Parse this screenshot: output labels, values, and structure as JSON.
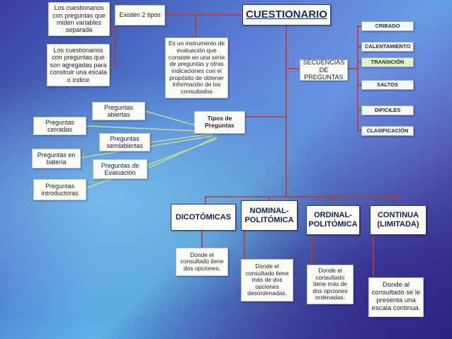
{
  "nodes": {
    "root": "CUESTIONARIO",
    "existen": "Existen 2 tipos",
    "tipo_separada": "Los cuestionarios con preguntas que miden variables separada",
    "tipo_indice": "Los cuestionarios con preguntas que son agregadas para construir una escala o índice",
    "definicion": "Es un instrumento de evaluación que consiste en una serie de preguntas y otras indicaciones con el propósito de obtener información de los consultados",
    "secuencias": "SECUENCIAS DE PREGUNTAS",
    "tipos_preguntas": "Tipos de Preguntas"
  },
  "secuencias_items": [
    {
      "label": "CRIBADO",
      "highlight": false
    },
    {
      "label": "CALENTAMIENTO",
      "highlight": false
    },
    {
      "label": "TRANSICIÒN",
      "highlight": true
    },
    {
      "label": "SALTOS",
      "highlight": false
    },
    {
      "label": "DIFICILES",
      "highlight": false
    },
    {
      "label": "CLASIFICACIÒN",
      "highlight": false
    }
  ],
  "preguntas": {
    "abiertas": "Preguntas abiertas",
    "cerradas": "Preguntas cerradas",
    "semiabiertas": "Preguntas semiabiertas",
    "bateria": "Preguntas en batería",
    "evaluacion": "Preguntas de Evaluación",
    "introductoras": "Preguntas introductoras"
  },
  "escalas": [
    {
      "title": "DICOTÓMICAS",
      "desc": "Donde el consultado tiene dos opciones."
    },
    {
      "title": "NOMINAL-POLITÓMICA",
      "desc": "Donde el consultado tiene más de dos opciones desordenadas."
    },
    {
      "title": "ORDINAL-POLITÓMICA",
      "desc": "Donde el consultado tiene más de dos opciones ordenadas."
    },
    {
      "title": "CONTINUA (LIMITADA)",
      "desc": "Donde al consultado se le presenta una escala continua."
    }
  ],
  "colors": {
    "connector_red": "#c0392b",
    "connector_green": "#b9d99a",
    "highlight_chip": "#e5f3c4"
  }
}
